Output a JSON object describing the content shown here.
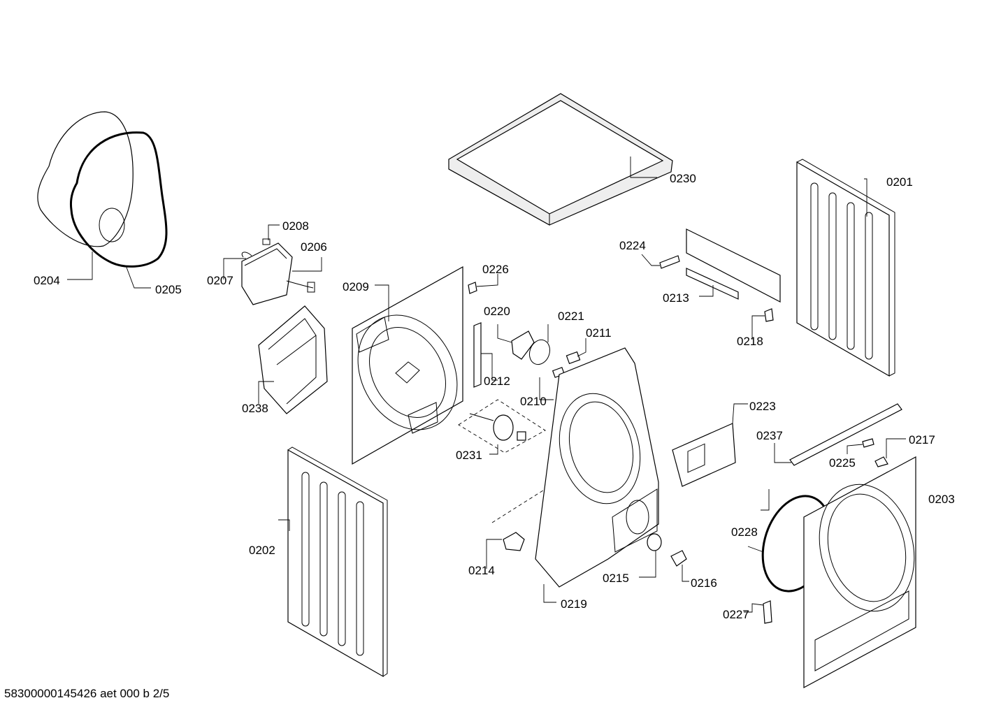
{
  "labels": {
    "l0201": "0201",
    "l0202": "0202",
    "l0203": "0203",
    "l0204": "0204",
    "l0205": "0205",
    "l0206": "0206",
    "l0207": "0207",
    "l0208": "0208",
    "l0209": "0209",
    "l0210": "0210",
    "l0211": "0211",
    "l0212": "0212",
    "l0213": "0213",
    "l0214": "0214",
    "l0215": "0215",
    "l0216": "0216",
    "l0217": "0217",
    "l0218": "0218",
    "l0219": "0219",
    "l0220": "0220",
    "l0221": "0221",
    "l0223": "0223",
    "l0224": "0224",
    "l0225": "0225",
    "l0226": "0226",
    "l0227": "0227",
    "l0228": "0228",
    "l0230": "0230",
    "l0231": "0231",
    "l0237": "0237",
    "l0238": "0238"
  },
  "footer": "58300000145426 aet 000 b 2/5"
}
